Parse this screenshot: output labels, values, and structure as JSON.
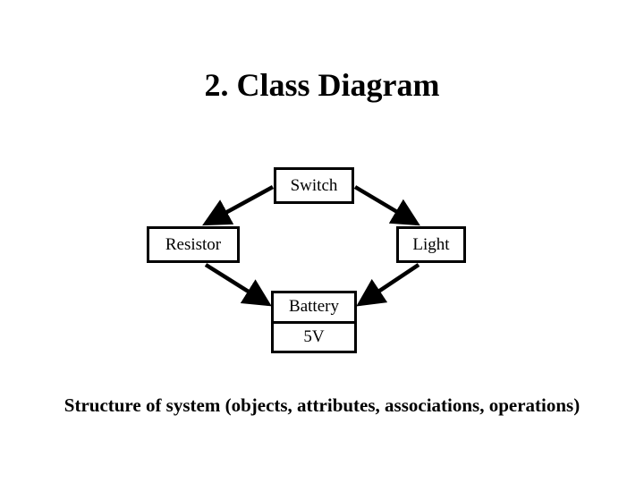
{
  "slide": {
    "title": "2. Class Diagram",
    "caption": "Structure of system (objects, attributes, associations, operations)",
    "background_color": "#ffffff",
    "line_color": "#000000",
    "text_color": "#000000"
  },
  "diagram": {
    "type": "uml-class-diagram",
    "classes": [
      {
        "id": "switch",
        "name": "Switch",
        "compartments": [
          "Switch"
        ]
      },
      {
        "id": "resistor",
        "name": "Resistor",
        "compartments": [
          "Resistor"
        ]
      },
      {
        "id": "light",
        "name": "Light",
        "compartments": [
          "Light"
        ]
      },
      {
        "id": "battery",
        "name": "Battery",
        "compartments": [
          "Battery",
          "5V"
        ],
        "attribute": "5V"
      }
    ],
    "associations": [
      {
        "id": "switch-resistor",
        "from": "Switch",
        "to": "Resistor",
        "arrow": "directed"
      },
      {
        "id": "switch-light",
        "from": "Switch",
        "to": "Light",
        "arrow": "directed"
      },
      {
        "id": "resistor-battery",
        "from": "Resistor",
        "to": "Battery",
        "arrow": "directed"
      },
      {
        "id": "light-battery",
        "from": "Light",
        "to": "Battery",
        "arrow": "directed"
      }
    ]
  }
}
